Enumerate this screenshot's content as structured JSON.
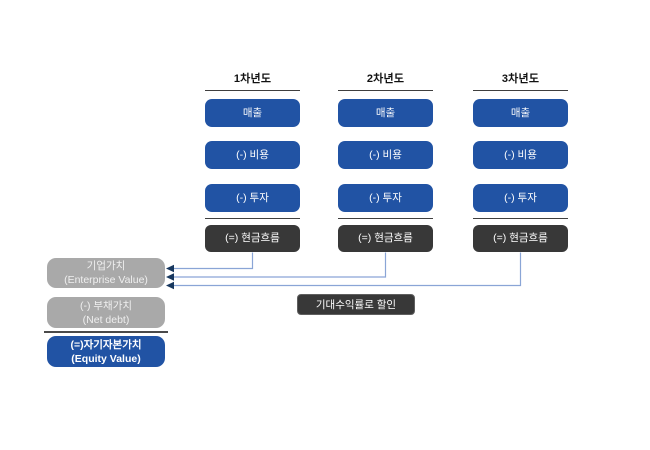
{
  "columns": [
    {
      "header": "1차년도",
      "rows": [
        "매출",
        "(-) 비용",
        "(-) 투자"
      ],
      "result": "(=) 현금흐름"
    },
    {
      "header": "2차년도",
      "rows": [
        "매출",
        "(-) 비용",
        "(-) 투자"
      ],
      "result": "(=) 현금흐름"
    },
    {
      "header": "3차년도",
      "rows": [
        "매출",
        "(-) 비용",
        "(-) 투자"
      ],
      "result": "(=) 현금흐름"
    }
  ],
  "valuation": {
    "enterprise": {
      "line1": "기업가치",
      "line2": "(Enterprise Value)"
    },
    "net_debt": {
      "line1": "(-) 부채가치",
      "line2": "(Net debt)"
    },
    "equity": {
      "line1": "(=)자기자본가치",
      "line2": "(Equity Value)"
    }
  },
  "discount_note": "기대수익률로 할인",
  "colors": {
    "primary_blue": "#2153A4",
    "dark_gray": "#383838",
    "mid_gray": "#A9A9A9",
    "connector_blue": "#8AA5D6",
    "arrow_navy": "#17375E"
  }
}
